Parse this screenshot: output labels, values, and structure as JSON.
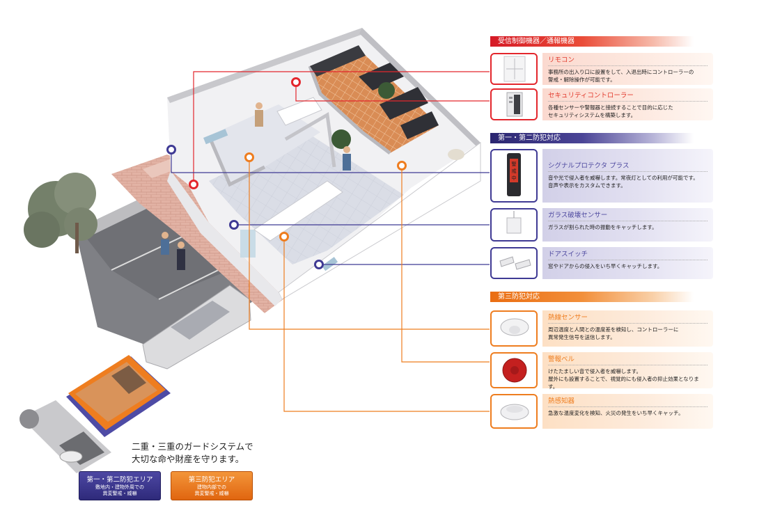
{
  "sections": {
    "control": "受信制御機器／通報機器",
    "first_second": "第一・第二防犯対応",
    "third": "第三防犯対応"
  },
  "items": {
    "remote": {
      "title": "リモコン",
      "desc": "事務所の出入り口に設置をして、入退出時にコントローラーの\n警戒・解除操作が可能です。"
    },
    "controller": {
      "title": "セキュリティコントローラー",
      "desc": "各種センサーや警報器と接続することで目的に応じた\nセキュリティシステムを構築します。"
    },
    "signal": {
      "title": "シグナルプロテクタ プラス",
      "desc": "音や光で侵入者を威嚇します。常夜灯としての利用が可能です。\n音声や表示をカスタムできます。"
    },
    "glass": {
      "title": "ガラス破壊センサー",
      "desc": "ガラスが割られた時の振動をキャッチします。"
    },
    "door": {
      "title": "ドアスイッチ",
      "desc": "窓やドアからの侵入をいち早くキャッチします。"
    },
    "heat": {
      "title": "熱線センサー",
      "desc": "周辺温度と人間との温度差を検知し、コントローラーに\n異常発生信号を送信します。"
    },
    "bell": {
      "title": "警報ベル",
      "desc": "けたたましい音で侵入者を威嚇します。\n屋外にも設置することで、視覚的にも侵入者の抑止効果となります。"
    },
    "detector": {
      "title": "熱感知器",
      "desc": "急激な温度変化を検知、火災の発生をいち早くキャッチ。"
    }
  },
  "signal_device_text": "警戒中",
  "caption": "二重・三重のガードシステムで\n大切な命や財産を守ります。",
  "legend": {
    "blue": {
      "title": "第一・第二防犯エリア",
      "sub": "敷地内・建物外周での\n異変警戒・威嚇"
    },
    "orange": {
      "title": "第三防犯エリア",
      "sub": "建物内部での\n異変警戒・威嚇"
    }
  },
  "colors": {
    "red": "#e3262c",
    "blue": "#3f3a94",
    "orange": "#ee7d1f"
  }
}
